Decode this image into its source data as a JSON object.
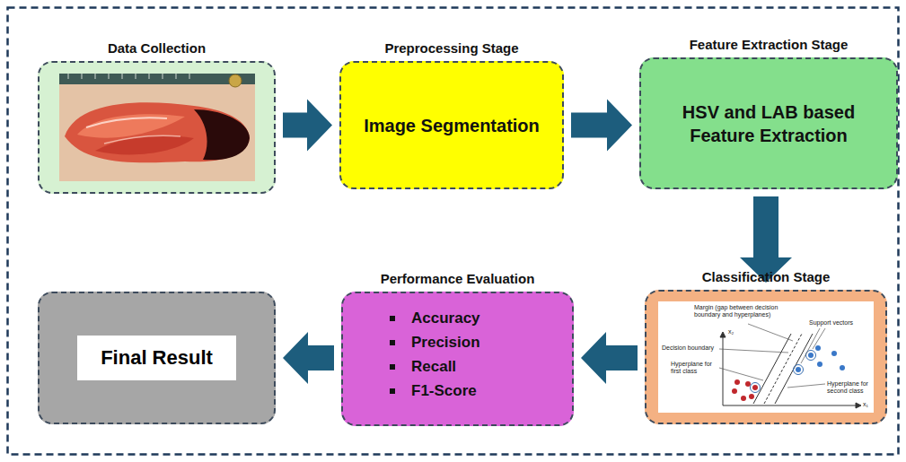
{
  "diagram": {
    "nodes": [
      {
        "text": [
          "Data Collection"
        ]
      },
      {
        "text": [
          "Preprocessing Stage",
          "Image Segmentation"
        ]
      },
      {
        "text": [
          "Feature Extraction Stage",
          "HSV and LAB based Feature Extraction"
        ]
      },
      {
        "text": [
          "Classification Stage"
        ]
      },
      {
        "text": [
          "Performance Evaluation",
          "Accuracy",
          "Precision",
          "Recall",
          "F1-Score"
        ]
      },
      {
        "text": [
          "Final Result"
        ]
      }
    ],
    "edges": [
      {
        "from": 0,
        "to": 1,
        "arrow": "to"
      },
      {
        "from": 1,
        "to": 2,
        "arrow": "to"
      },
      {
        "from": 2,
        "to": 3,
        "arrow": "to"
      },
      {
        "from": 3,
        "to": 4,
        "arrow": "to"
      },
      {
        "from": 4,
        "to": 5,
        "arrow": "to"
      }
    ],
    "labels": [
      "Margin (gap between decision boundary and hyperplanes)",
      "Support vectors",
      "Decision boundary",
      "Hyperplane for first class",
      "Hyperplane for second class",
      "x₂",
      "x₁"
    ]
  }
}
